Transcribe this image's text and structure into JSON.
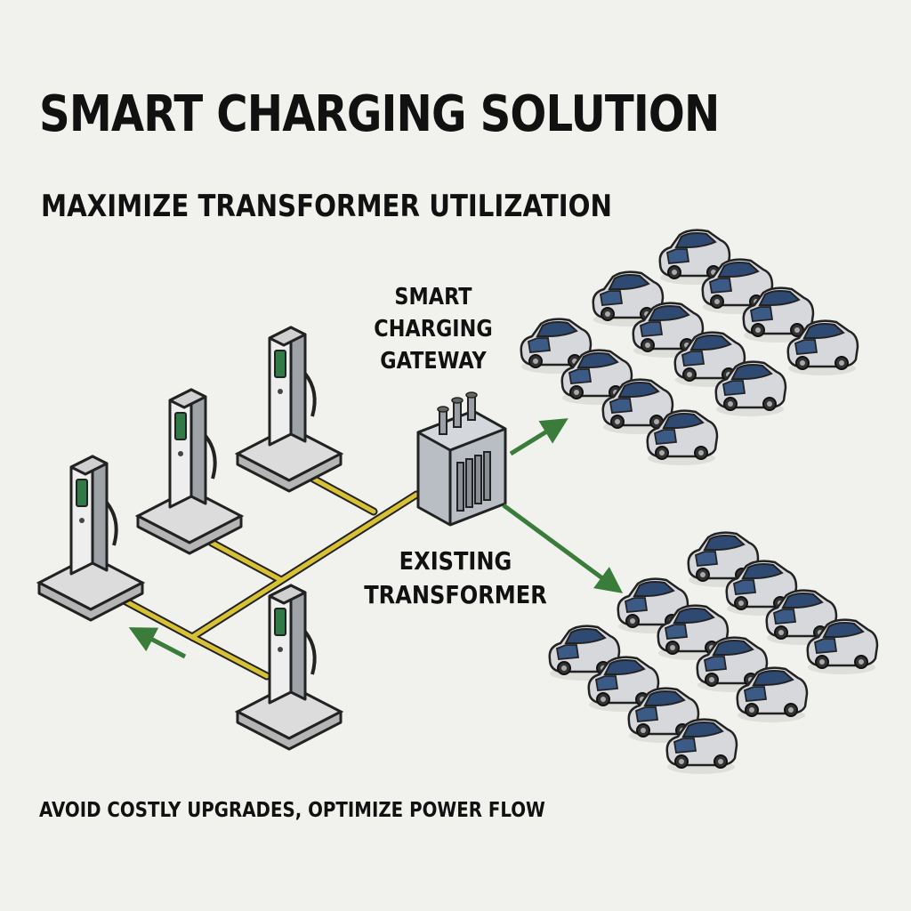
{
  "title": "SMART CHARGING SOLUTION",
  "subtitle": "MAXIMIZE TRANSFORMER UTILIZATION",
  "gateway_label": "SMART CHARGING GATEWAY",
  "transformer_label": "EXISTING TRANSFORMER",
  "footer": "AVOID COSTLY UPGRADES, OPTIMIZE POWER FLOW",
  "colors": {
    "cable": "#d8c233",
    "arrow": "#3a7d3a",
    "charger_screen": "#2f7a45",
    "car_body": "#d6d8dc",
    "car_window": "#2f4a72",
    "pad": "#d9d9d9",
    "transformer": "#b9bec4"
  },
  "icons": [
    "charger-station-icon",
    "transformer-icon",
    "car-icon",
    "arrow-icon"
  ]
}
